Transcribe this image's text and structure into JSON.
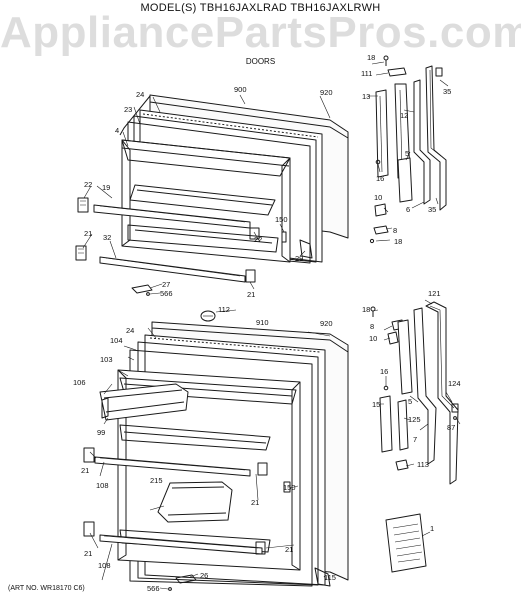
{
  "header": {
    "model_line": "MODEL(S) TBH16JAXLRAD  TBH16JAXLRWH",
    "section_title": "DOORS",
    "watermark": "AppliancePartsPros.com"
  },
  "footer": {
    "art_number": "(ART NO. WR18170 C6)"
  },
  "callouts": {
    "fresh_food_door": [
      "18",
      "111",
      "35",
      "920",
      "900",
      "24",
      "13",
      "12",
      "23",
      "4",
      "5",
      "16",
      "22",
      "19",
      "6",
      "35",
      "10",
      "150",
      "8",
      "21",
      "32",
      "22",
      "18",
      "29",
      "27",
      "566",
      "21"
    ],
    "freezer_door": [
      "112",
      "18",
      "121",
      "910",
      "920",
      "24",
      "8",
      "104",
      "10",
      "103",
      "106",
      "16",
      "124",
      "15",
      "5",
      "87",
      "99",
      "125",
      "7",
      "21",
      "113",
      "108",
      "150",
      "215",
      "21",
      "1",
      "21",
      "108",
      "21",
      "566",
      "26",
      "115"
    ]
  },
  "colors": {
    "line": "#1a1a1a",
    "watermark": "#9a9a9a",
    "background": "#ffffff"
  }
}
